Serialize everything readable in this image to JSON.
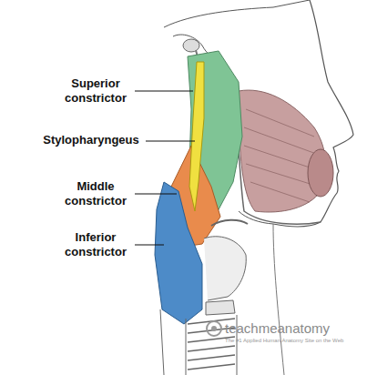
{
  "diagram": {
    "labels": [
      "Superior constrictor",
      "Stylopharyngeus",
      "Middle constrictor",
      "Inferior constrictor",
      "teachmeanatomy",
      "The #1 Applied Human Anatomy Site on the Web"
    ]
  }
}
